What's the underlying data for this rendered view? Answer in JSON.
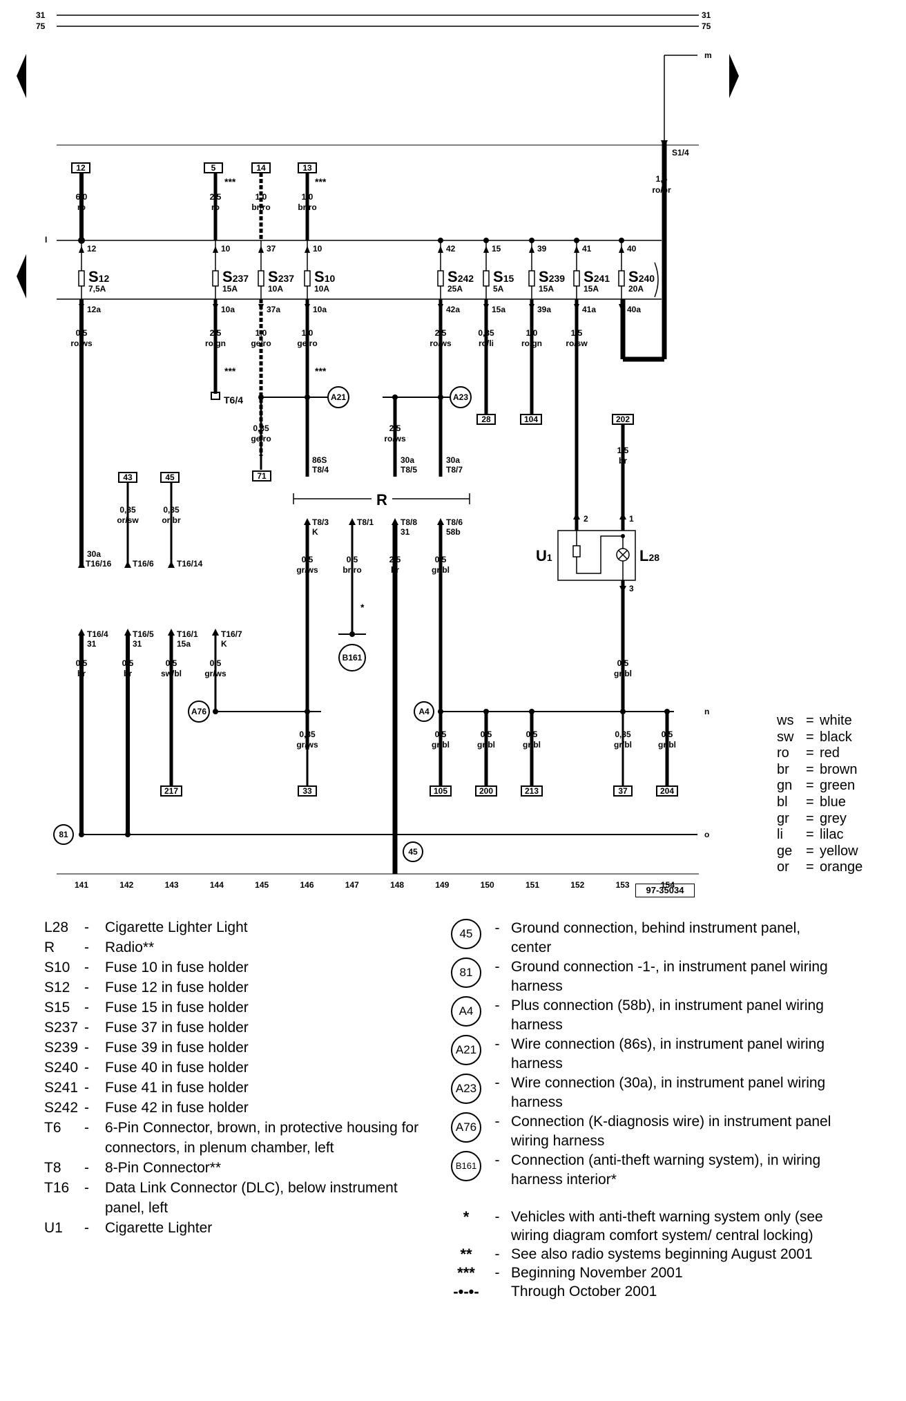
{
  "header": {
    "top_left": "31\n75",
    "top_right": "31\n75"
  },
  "rails": {
    "m": "m",
    "n": "n",
    "o": "o",
    "i": "I"
  },
  "diagram_id": "97-35034",
  "track_numbers": [
    "141",
    "142",
    "143",
    "144",
    "145",
    "146",
    "147",
    "148",
    "149",
    "150",
    "151",
    "152",
    "153",
    "154"
  ],
  "fuses": [
    {
      "id": "S12",
      "name": "S",
      "sub": "12",
      "rating": "7,5A",
      "in": "12",
      "out": "12a"
    },
    {
      "id": "S237a",
      "name": "S",
      "sub": "237",
      "rating": "15A",
      "in": "10",
      "out": "10a"
    },
    {
      "id": "S237b",
      "name": "S",
      "sub": "237",
      "rating": "10A",
      "in": "37",
      "out": "37a"
    },
    {
      "id": "S10",
      "name": "S",
      "sub": "10",
      "rating": "10A",
      "in": "10",
      "out": "10a"
    },
    {
      "id": "S242",
      "name": "S",
      "sub": "242",
      "rating": "25A",
      "in": "42",
      "out": "42a"
    },
    {
      "id": "S15",
      "name": "S",
      "sub": "15",
      "rating": "5A",
      "in": "15",
      "out": "15a"
    },
    {
      "id": "S239",
      "name": "S",
      "sub": "239",
      "rating": "15A",
      "in": "39",
      "out": "39a"
    },
    {
      "id": "S241",
      "name": "S",
      "sub": "241",
      "rating": "15A",
      "in": "41",
      "out": "41a"
    },
    {
      "id": "S240",
      "name": "S",
      "sub": "240",
      "rating": "20A",
      "in": "40",
      "out": "40a"
    }
  ],
  "top_boxes": [
    "12",
    "5",
    "14",
    "13",
    "202"
  ],
  "top_wires": [
    {
      "size": "6,0",
      "color": "ro"
    },
    {
      "size": "2,5",
      "color": "ro"
    },
    {
      "size": "1,0",
      "color": "br/ro"
    },
    {
      "size": "1,0",
      "color": "br/ro"
    },
    {
      "size": "1,5",
      "color": "ro/br"
    }
  ],
  "mid_wires": [
    {
      "size": "0,5",
      "color": "ro/ws"
    },
    {
      "size": "2,5",
      "color": "ro/gn"
    },
    {
      "size": "1,0",
      "color": "ge/ro"
    },
    {
      "size": "1,0",
      "color": "ge/ro"
    },
    {
      "size": "2,5",
      "color": "ro/ws"
    },
    {
      "size": "0,35",
      "color": "ro/li"
    },
    {
      "size": "1,0",
      "color": "ro/gn"
    },
    {
      "size": "1,5",
      "color": "ro/sw"
    }
  ],
  "notes_stars": "***",
  "s1_4": "S1/4",
  "radio_label": "R",
  "u1_label": "U1",
  "l28_label": "L28",
  "connectors": {
    "t6_4": "T6/4",
    "box_71": "71",
    "box_28": "28",
    "box_104": "104",
    "box_43": "43",
    "box_45": "45",
    "box_217": "217",
    "box_33": "33",
    "box_105": "105",
    "box_200": "200",
    "box_213": "213",
    "box_37": "37",
    "box_204": "204",
    "a21": "A21",
    "a23": "A23",
    "a76": "A76",
    "a4": "A4",
    "b161": "B161",
    "c81": "81",
    "c45": "45",
    "w_035_gero": "0,35\nge/ro",
    "w_25_rows": "2,5\nro/ws",
    "t8_4": "86S\nT8/4",
    "t8_5": "30a\nT8/5",
    "t8_7": "30a\nT8/7",
    "w_15_br": "1,5\nbr",
    "w_035_orsw": "0,35\nor/sw",
    "w_035_orbr": "0,35\nor/br",
    "t16_16": "30a\nT16/16",
    "t16_6": "T16/6",
    "t16_14": "T16/14",
    "t8_3": "T8/3\nK",
    "t8_1": "T8/1",
    "t8_8": "T8/8\n31",
    "t8_6": "T8/6\n58b",
    "w_05_grws": "0,5\ngr/ws",
    "w_05_brro": "0,5\nbr/ro",
    "w_25_br": "2,5\nbr",
    "w_05_grbl": "0,5\ngr/bl",
    "t16_4": "T16/4\n31",
    "t16_5": "T16/5\n31",
    "t16_1": "T16/1\n15a",
    "t16_7": "T16/7\nK",
    "w_05_br1": "0,5\nbr",
    "w_05_br2": "0,5\nbr",
    "w_05_swbl": "0,5\nsw/bl",
    "w_05_grws2": "0,5\ngr/ws",
    "w_05_grbl_l": "0,5\ngr/bl",
    "w_035_grws": "0,35\ngr/ws",
    "w_05_grbl_a": "0,5\ngr/bl",
    "w_05_grbl_b": "0,5\ngr/bl",
    "w_05_grbl_c": "0,5\ngr/bl",
    "w_035_grbl": "0,35\ngr/bl",
    "w_05_grbl_d": "0,5\ngr/bl",
    "pin2": "2",
    "pin1": "1",
    "pin3": "3",
    "star": "*"
  },
  "color_key": [
    {
      "abbr": "ws",
      "name": "white"
    },
    {
      "abbr": "sw",
      "name": "black"
    },
    {
      "abbr": "ro",
      "name": "red"
    },
    {
      "abbr": "br",
      "name": "brown"
    },
    {
      "abbr": "gn",
      "name": "green"
    },
    {
      "abbr": "bl",
      "name": "blue"
    },
    {
      "abbr": "gr",
      "name": "grey"
    },
    {
      "abbr": "li",
      "name": "lilac"
    },
    {
      "abbr": "ge",
      "name": "yellow"
    },
    {
      "abbr": "or",
      "name": "orange"
    }
  ],
  "legend_left": [
    {
      "code": "L28",
      "text": "Cigarette Lighter Light"
    },
    {
      "code": "R",
      "text": "Radio**"
    },
    {
      "code": "S10",
      "text": "Fuse 10 in fuse holder"
    },
    {
      "code": "S12",
      "text": "Fuse 12 in fuse holder"
    },
    {
      "code": "S15",
      "text": "Fuse 15 in fuse holder"
    },
    {
      "code": "S237",
      "text": "Fuse 37 in fuse holder"
    },
    {
      "code": "S239",
      "text": "Fuse 39 in fuse holder"
    },
    {
      "code": "S240",
      "text": "Fuse 40 in fuse holder"
    },
    {
      "code": "S241",
      "text": "Fuse 41 in fuse holder"
    },
    {
      "code": "S242",
      "text": "Fuse 42 in fuse holder"
    },
    {
      "code": "T6",
      "text": "6-Pin Connector, brown, in protective housing for connectors, in plenum chamber, left"
    },
    {
      "code": "T8",
      "text": "8-Pin Connector**"
    },
    {
      "code": "T16",
      "text": "Data Link Connector (DLC), below instrument panel, left"
    },
    {
      "code": "U1",
      "text": "Cigarette Lighter"
    }
  ],
  "legend_right": [
    {
      "code": "45",
      "text": "Ground connection, behind instrument panel, center"
    },
    {
      "code": "81",
      "text": "Ground connection -1-, in instrument panel wiring harness"
    },
    {
      "code": "A4",
      "text": "Plus connection (58b), in instrument panel wiring harness"
    },
    {
      "code": "A21",
      "text": "Wire connection (86s), in instrument panel wiring harness"
    },
    {
      "code": "A23",
      "text": "Wire connection (30a), in instrument panel wiring harness"
    },
    {
      "code": "A76",
      "text": "Connection (K-diagnosis wire) in instrument panel wiring harness"
    },
    {
      "code": "B161",
      "text": "Connection (anti-theft warning system), in wiring harness interior*"
    }
  ],
  "notes": [
    {
      "sym": "*",
      "text": "Vehicles with anti-theft warning system only (see wiring diagram comfort system/ central locking)"
    },
    {
      "sym": "**",
      "text": "See also radio systems beginning August 2001"
    },
    {
      "sym": "***",
      "text": "Beginning November 2001"
    },
    {
      "sym": "-•-•-",
      "text": "Through October 2001"
    }
  ]
}
